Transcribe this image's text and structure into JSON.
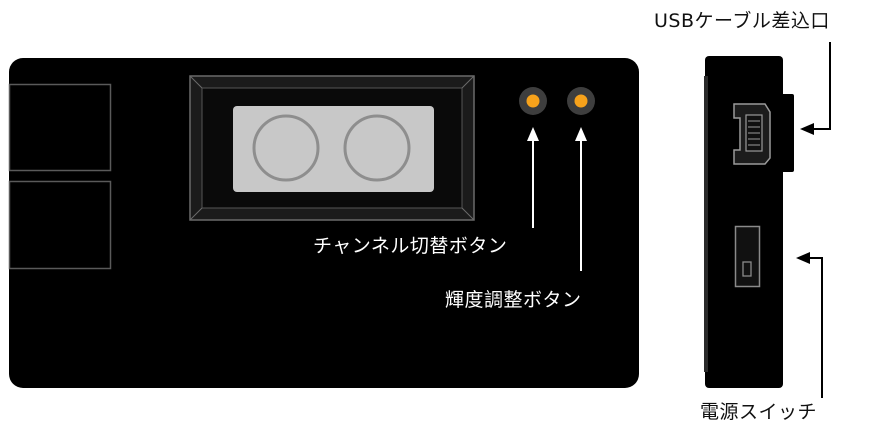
{
  "labels": {
    "usb_port": "USBケーブル差込口",
    "channel_button": "チャンネル切替ボタン",
    "brightness_button": "輝度調整ボタン",
    "power_switch": "電源スイッチ"
  },
  "colors": {
    "device_body": "#000000",
    "button_led": "#f7a21b",
    "display_window": "#c8c8c8"
  }
}
